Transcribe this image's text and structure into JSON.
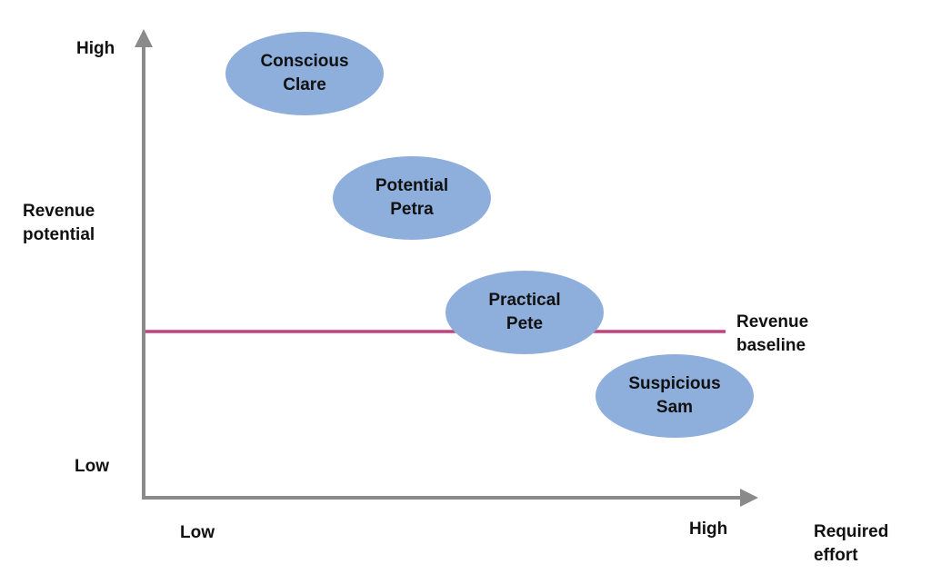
{
  "colors": {
    "axis": "#8a8a8a",
    "baseline": "#c2417f",
    "bubble": "#8eaedb",
    "text": "#111111"
  },
  "y_axis": {
    "title_line1": "Revenue",
    "title_line2": "potential",
    "high_label": "High",
    "low_label": "Low"
  },
  "x_axis": {
    "title_line1": "Required",
    "title_line2": "effort",
    "low_label": "Low",
    "high_label": "High"
  },
  "baseline": {
    "label_line1": "Revenue",
    "label_line2": "baseline"
  },
  "segments": [
    {
      "line1": "Conscious",
      "line2": "Clare"
    },
    {
      "line1": "Potential",
      "line2": "Petra"
    },
    {
      "line1": "Practical",
      "line2": "Pete"
    },
    {
      "line1": "Suspicious",
      "line2": "Sam"
    }
  ]
}
